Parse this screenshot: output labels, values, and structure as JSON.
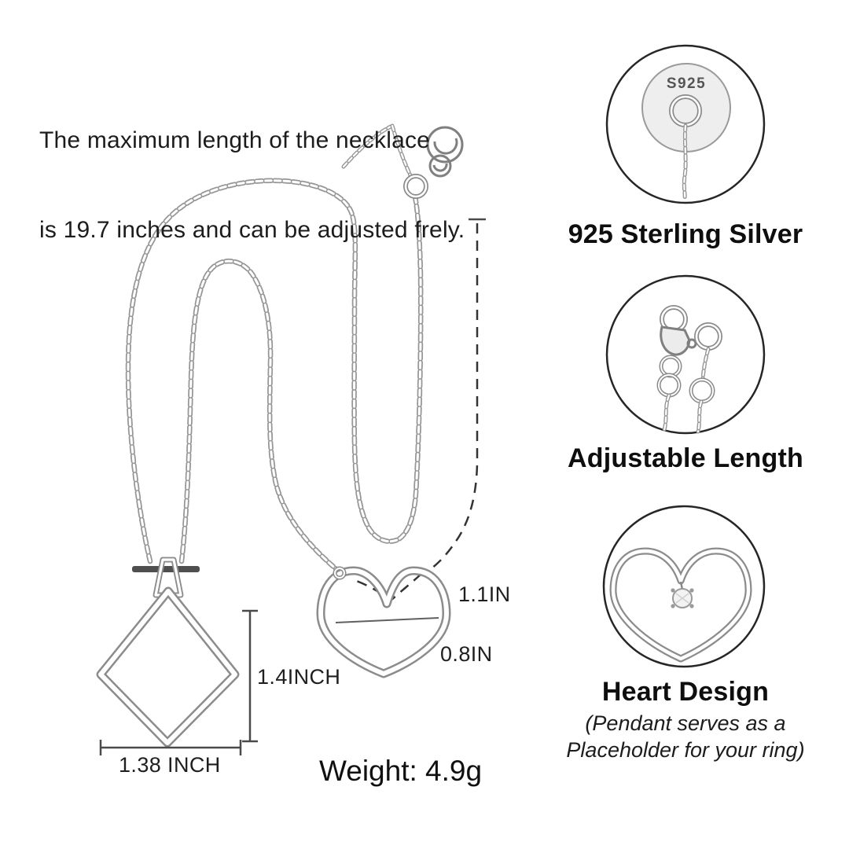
{
  "headline": {
    "line1": "The maximum length of the necklace",
    "line2": "is 19.7 inches and can be adjusted frely."
  },
  "necklace_diagram": {
    "tag_stamp": "S925",
    "pendant_height_label": "1.4INCH",
    "pendant_width_label": "1.38 INCH",
    "heart_width_label": "1.1IN",
    "heart_height_label": "0.8IN",
    "weight_label": "Weight: 4.9g"
  },
  "features": [
    {
      "icon": "s925-tag-icon",
      "title": "925 Sterling Silver"
    },
    {
      "icon": "lobster-clasp-icon",
      "title": "Adjustable Length"
    },
    {
      "icon": "heart-pendant-icon",
      "title": "Heart Design",
      "note_line1": "(Pendant serves as a",
      "note_line2": "Placeholder for your ring)"
    }
  ],
  "colors": {
    "ink": "#1a1a1a",
    "metal": "#8c8c8c",
    "chain": "#969696",
    "circle_border": "#262626",
    "tag_fill": "#eeeeee"
  }
}
